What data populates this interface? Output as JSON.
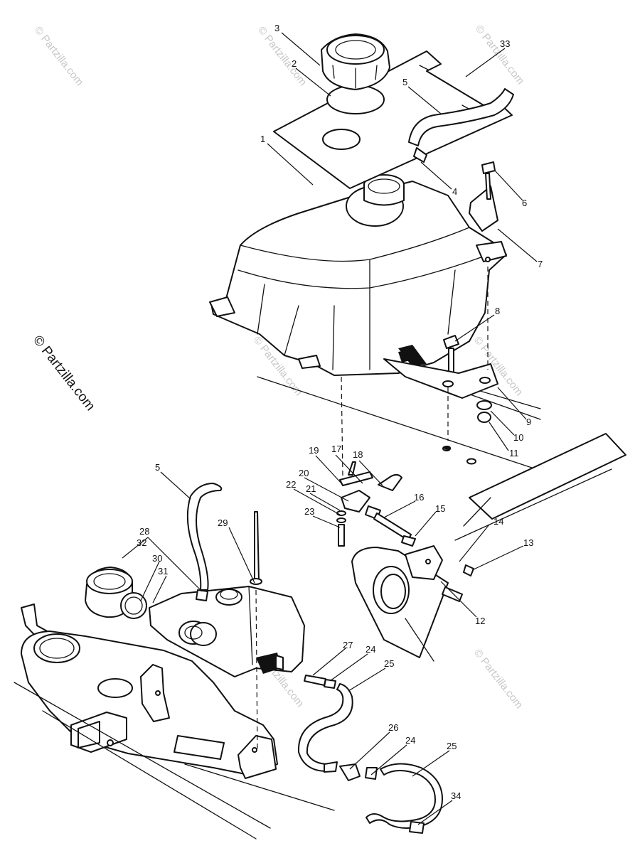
{
  "watermark": "© Partzilla.com",
  "callouts": [
    {
      "id": "c1",
      "label": "1"
    },
    {
      "id": "c2",
      "label": "2"
    },
    {
      "id": "c3",
      "label": "3"
    },
    {
      "id": "c4",
      "label": "4"
    },
    {
      "id": "c5a",
      "label": "5"
    },
    {
      "id": "c5b",
      "label": "5"
    },
    {
      "id": "c6",
      "label": "6"
    },
    {
      "id": "c7",
      "label": "7"
    },
    {
      "id": "c8",
      "label": "8"
    },
    {
      "id": "c9",
      "label": "9"
    },
    {
      "id": "c10",
      "label": "10"
    },
    {
      "id": "c11",
      "label": "11"
    },
    {
      "id": "c12",
      "label": "12"
    },
    {
      "id": "c13",
      "label": "13"
    },
    {
      "id": "c14",
      "label": "14"
    },
    {
      "id": "c15",
      "label": "15"
    },
    {
      "id": "c16",
      "label": "16"
    },
    {
      "id": "c17",
      "label": "17"
    },
    {
      "id": "c18",
      "label": "18"
    },
    {
      "id": "c19",
      "label": "19"
    },
    {
      "id": "c20",
      "label": "20"
    },
    {
      "id": "c21",
      "label": "21"
    },
    {
      "id": "c22",
      "label": "22"
    },
    {
      "id": "c23",
      "label": "23"
    },
    {
      "id": "c24a",
      "label": "24"
    },
    {
      "id": "c24b",
      "label": "24"
    },
    {
      "id": "c25a",
      "label": "25"
    },
    {
      "id": "c25b",
      "label": "25"
    },
    {
      "id": "c26",
      "label": "26"
    },
    {
      "id": "c27",
      "label": "27"
    },
    {
      "id": "c28",
      "label": "28"
    },
    {
      "id": "c29",
      "label": "29"
    },
    {
      "id": "c30",
      "label": "30"
    },
    {
      "id": "c31",
      "label": "31"
    },
    {
      "id": "c32",
      "label": "32"
    },
    {
      "id": "c33",
      "label": "33"
    },
    {
      "id": "c34",
      "label": "34"
    }
  ]
}
